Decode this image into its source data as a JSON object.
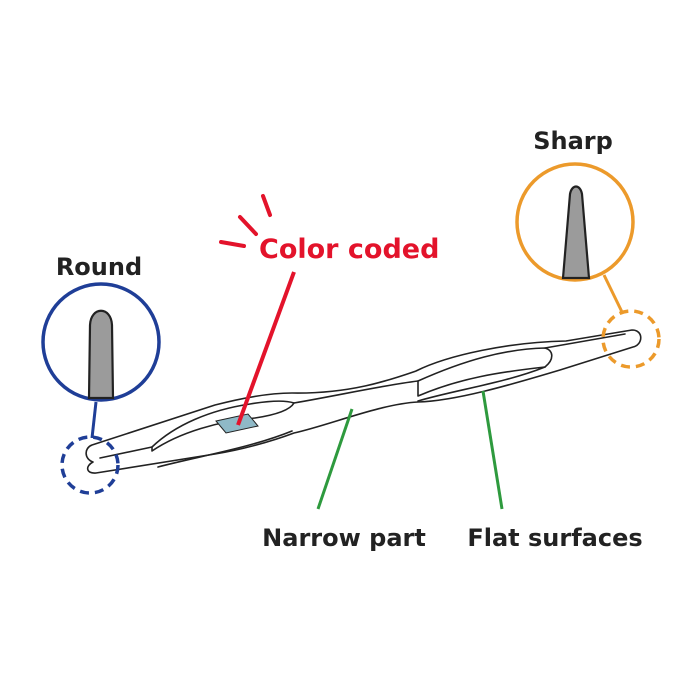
{
  "labels": {
    "round": "Round",
    "sharp": "Sharp",
    "color_coded": "Color coded",
    "narrow_part": "Narrow part",
    "flat_surfaces": "Flat surfaces"
  },
  "colors": {
    "round_callout": "#1f3e97",
    "sharp_callout": "#ec9a2b",
    "color_coded": "#e3132b",
    "leader_green": "#2e9a3e",
    "color_band": "#8fb9c7",
    "outline": "#222222"
  }
}
